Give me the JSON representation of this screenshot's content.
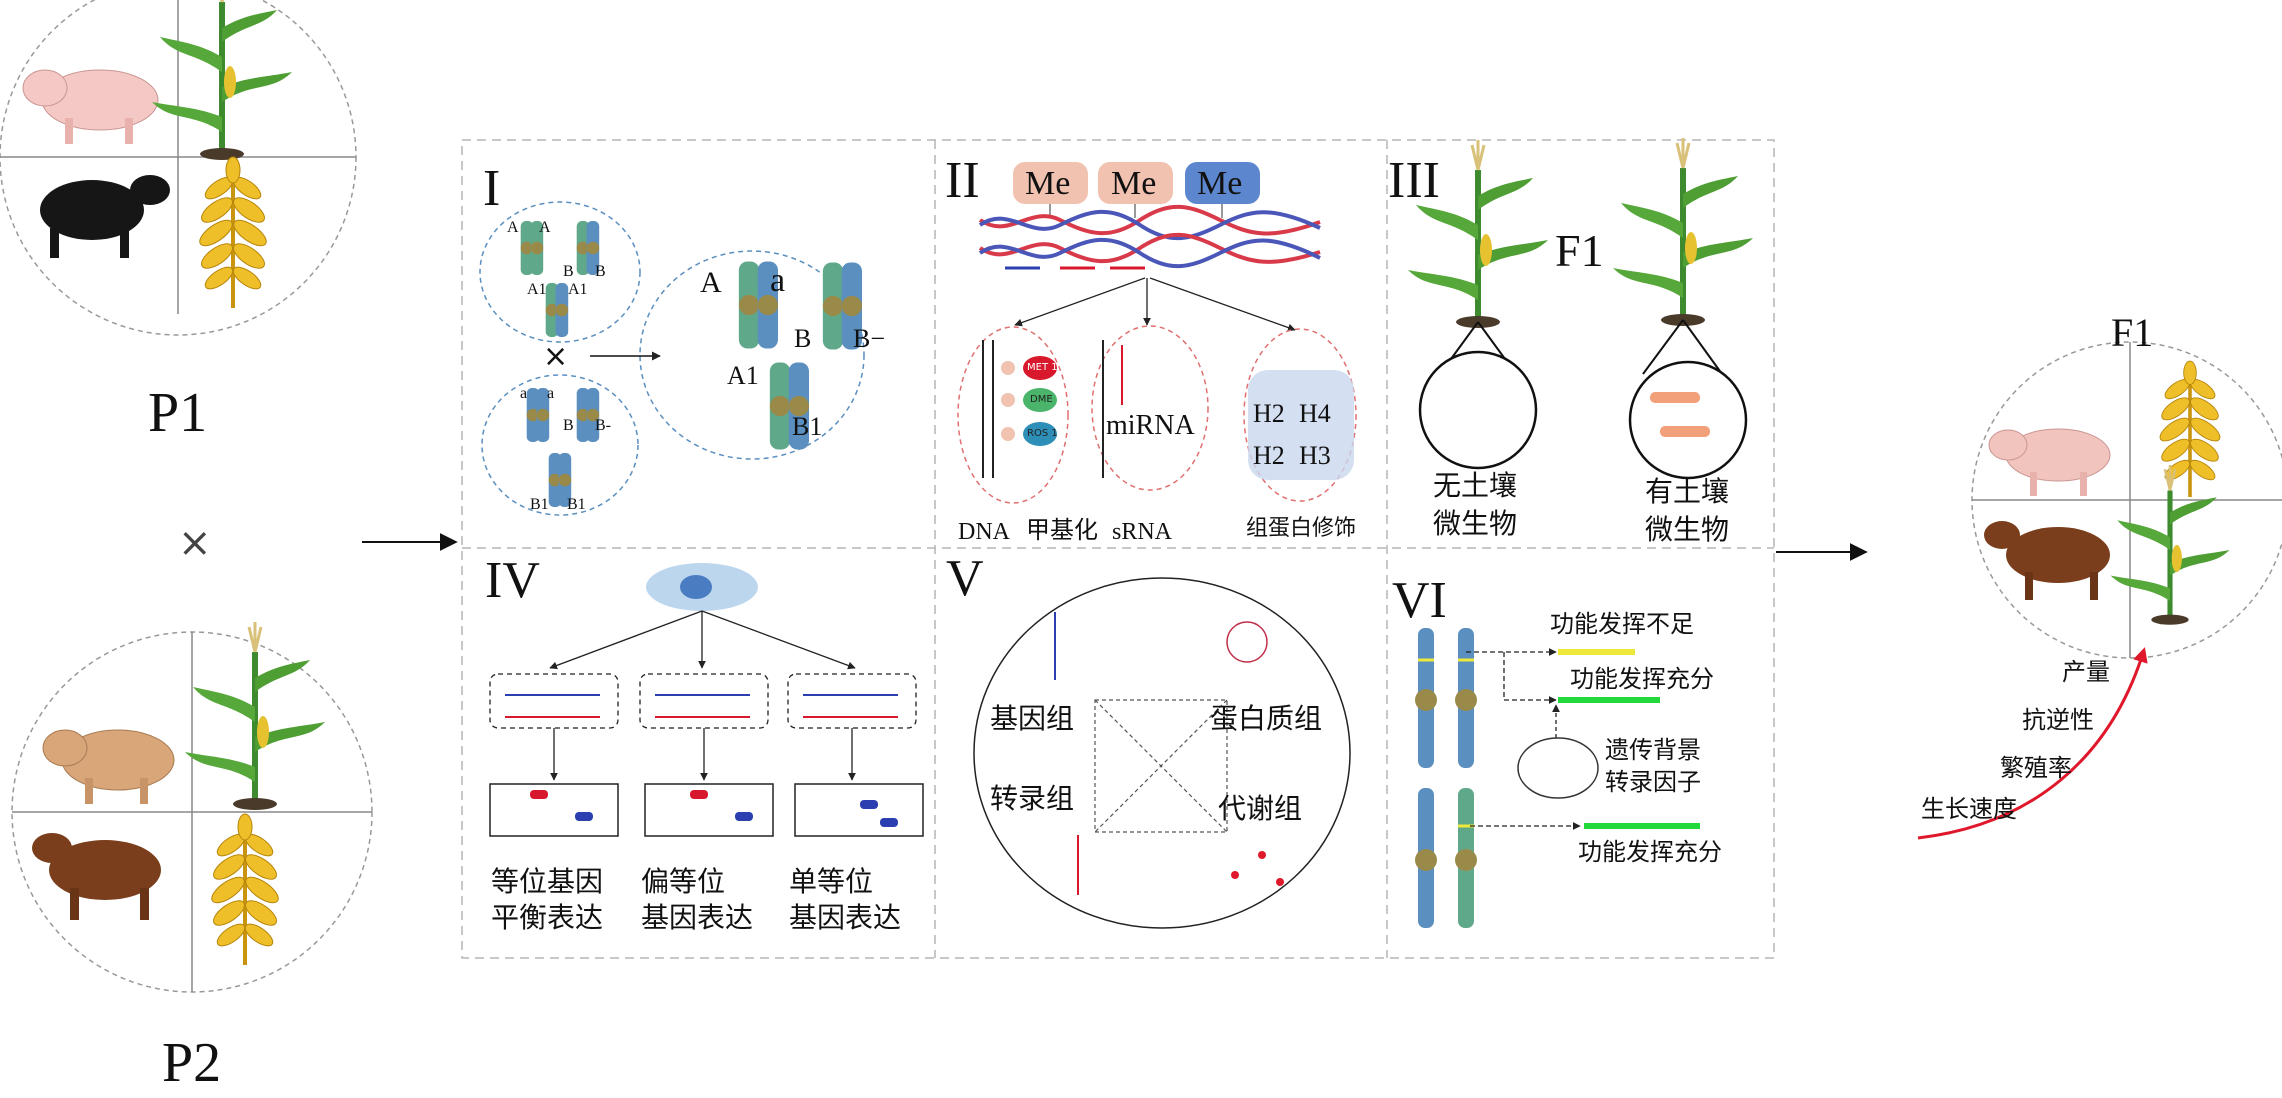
{
  "parents": {
    "p1": "P1",
    "p2": "P2",
    "cross": "×"
  },
  "offspring": {
    "f1": "F1",
    "traits": [
      "产量",
      "抗逆性",
      "繁殖率",
      "生长速度"
    ]
  },
  "panel1": {
    "numeral": "I",
    "small_labels": [
      "A",
      "A",
      "B",
      "B",
      "A1",
      "A1",
      "a",
      "a",
      "B",
      "B-",
      "B1",
      "B1"
    ],
    "cross": "×",
    "big_labels": {
      "A": "A",
      "a": "a",
      "B": "B",
      "Bminus": "B−",
      "A1": "A1",
      "B1": "B1"
    }
  },
  "panel2": {
    "numeral": "II",
    "me": [
      "Me",
      "Me",
      "Me"
    ],
    "enzymes": [
      "MET 1",
      "DME",
      "ROS 1"
    ],
    "mirna": "miRNA",
    "histones": [
      "H2",
      "H4",
      "H2",
      "H3"
    ],
    "captions": {
      "dna": "DNA",
      "methylation": "甲基化",
      "srna": "sRNA",
      "histone": "组蛋白修饰"
    }
  },
  "panel3": {
    "numeral": "III",
    "f1": "F1",
    "left": [
      "无土壤",
      "微生物"
    ],
    "right": [
      "有土壤",
      "微生物"
    ]
  },
  "panel4": {
    "numeral": "IV",
    "captions": [
      [
        "等位基因",
        "平衡表达"
      ],
      [
        "偏等位",
        "基因表达"
      ],
      [
        "单等位",
        "基因表达"
      ]
    ]
  },
  "panel5": {
    "numeral": "V",
    "omics": {
      "genome": "基因组",
      "proteome": "蛋白质组",
      "transcriptome": "转录组",
      "metabolome": "代谢组"
    }
  },
  "panel6": {
    "numeral": "VI",
    "insufficient": "功能发挥不足",
    "sufficient1": "功能发挥充分",
    "factors": [
      "遗传背景",
      "转录因子"
    ],
    "sufficient2": "功能发挥充分"
  },
  "colors": {
    "blue_chrom": "#5a8fc0",
    "green_chrom": "#5fa88a",
    "centromere": "#9a8a4a",
    "dashed_frame": "#b5b5b5",
    "arrow_red": "#e0182c",
    "me_pink": "#f2c2b0",
    "me_blue": "#5c87cf"
  }
}
